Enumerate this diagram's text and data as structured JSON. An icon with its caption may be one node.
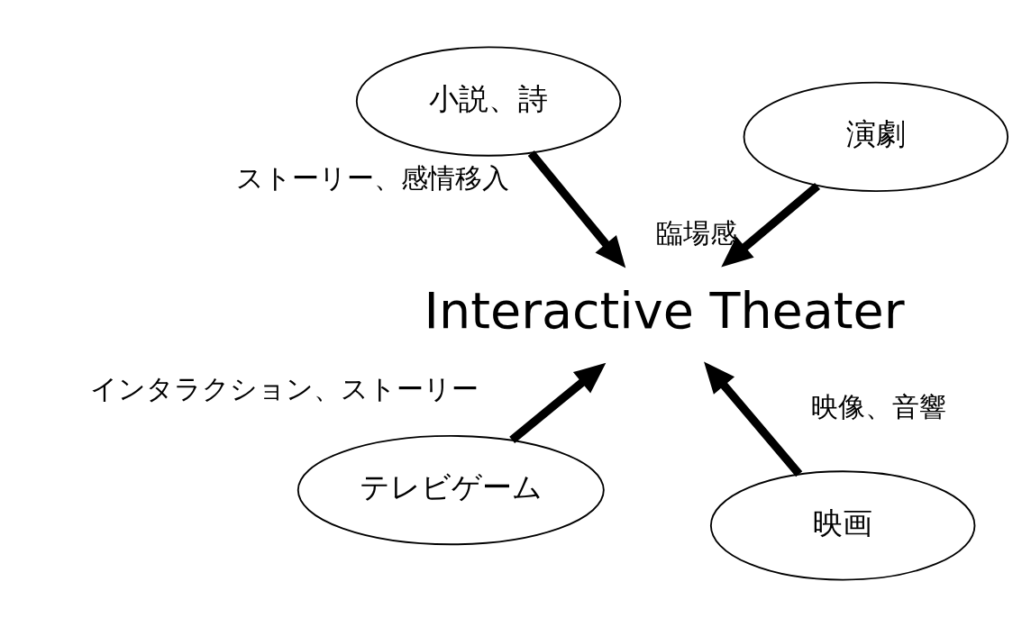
{
  "diagram": {
    "nodes": [
      {
        "text": [
          "テレビゲーム"
        ]
      },
      {
        "text": [
          "映画"
        ]
      },
      {
        "text": [
          "Interactive Theater"
        ]
      },
      {
        "text": [
          "小説、詩"
        ]
      },
      {
        "text": [
          "演劇"
        ]
      }
    ],
    "edges": [
      {
        "from": 0,
        "to": 2,
        "arrow": "to",
        "label": "インタラクション、ストーリー"
      },
      {
        "from": 1,
        "to": 2,
        "arrow": "to",
        "label": "映像、音響"
      },
      {
        "from": 3,
        "to": 2,
        "arrow": "to",
        "label": "ストーリー、感情移入"
      },
      {
        "from": 4,
        "to": 2,
        "arrow": "to",
        "label": "臨場感"
      }
    ]
  }
}
